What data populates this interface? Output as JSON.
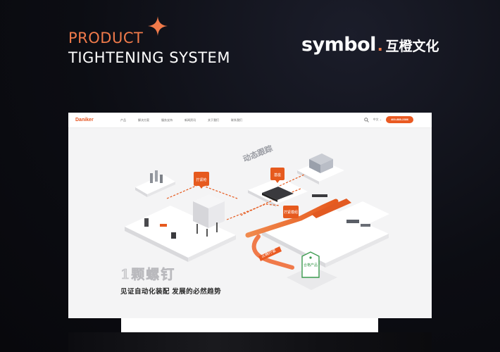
{
  "header": {
    "product_label": "PRODUCT",
    "system_title": "TIGHTENING SYSTEM",
    "accent_color": "#f07a4a"
  },
  "brand": {
    "latin": "symbol",
    "dot": ".",
    "chinese": "互橙文化"
  },
  "site": {
    "logo": "Daniker",
    "menu": [
      "产品",
      "解决方案",
      "服务支持",
      "新闻资讯",
      "关于我们",
      "联系我们"
    ],
    "search_icon": "search-icon",
    "language": "中文 ⌄",
    "hotline": "400-888-2386",
    "accent_color": "#ea5a22"
  },
  "hero": {
    "pin_labels": [
      "拧紧枪",
      "基座",
      "拧紧模组"
    ],
    "flow_labels": [
      "动态跟踪",
      "正确拧紧"
    ],
    "badge": "合格产品",
    "headline": "1颗螺钉",
    "subline": "见证自动化装配  发展的必然趋势"
  }
}
